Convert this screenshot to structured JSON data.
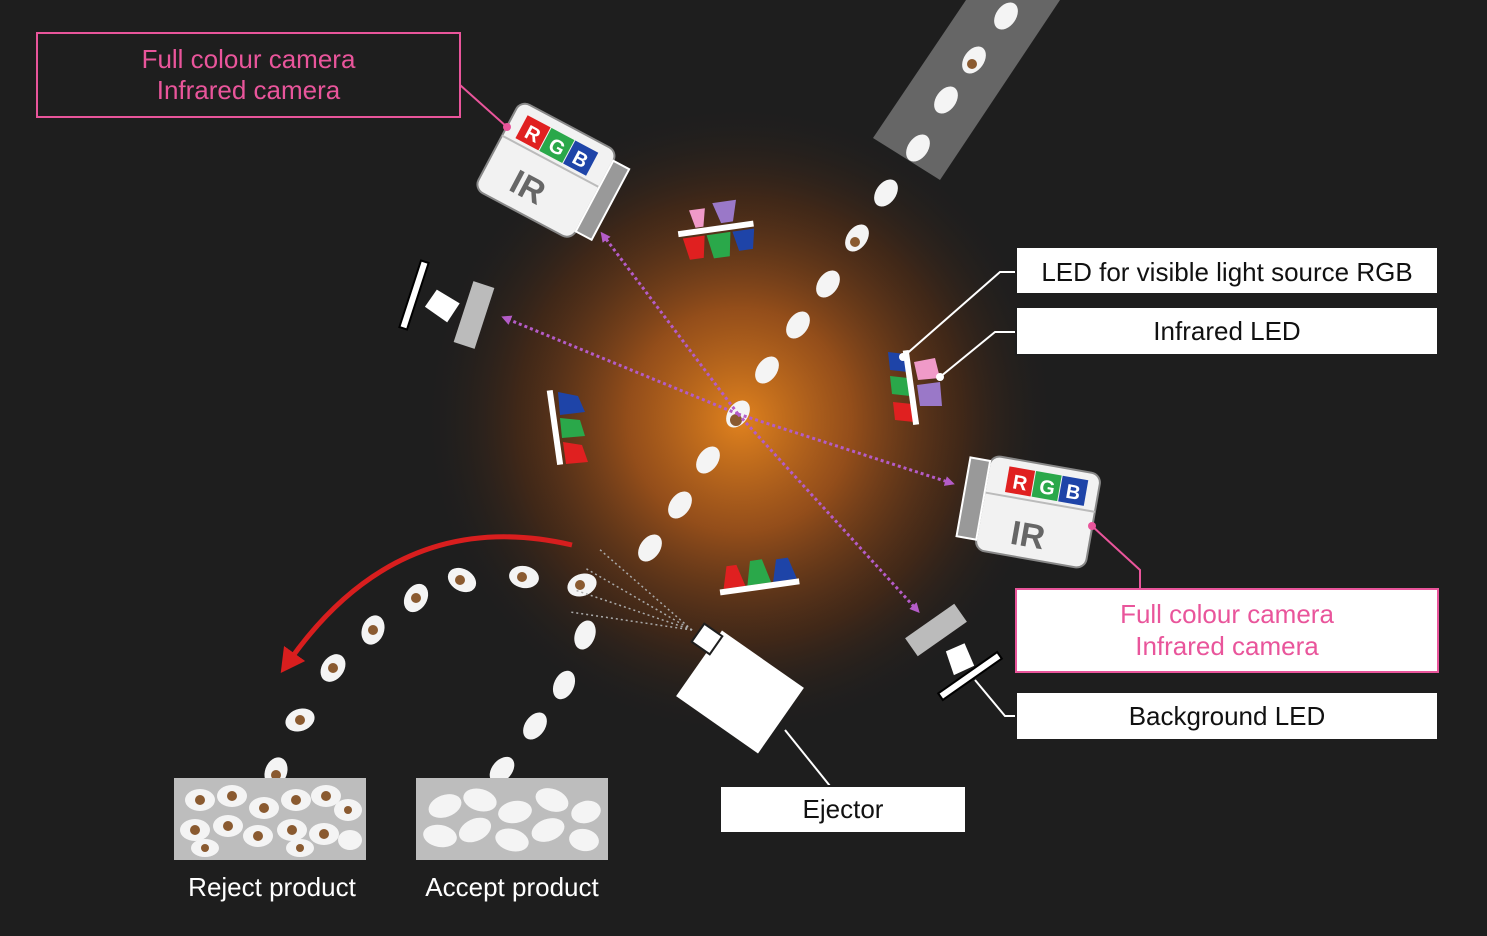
{
  "labels": {
    "camera_top_line1": "Full colour camera",
    "camera_top_line2": "Infrared camera",
    "camera_bottom_line1": "Full colour camera",
    "camera_bottom_line2": "Infrared camera",
    "led_rgb": "LED for visible light source RGB",
    "led_ir": "Infrared LED",
    "background_led": "Background LED",
    "ejector": "Ejector",
    "reject_product": "Reject product",
    "accept_product": "Accept product"
  },
  "camera": {
    "letters": [
      "R",
      "G",
      "B"
    ],
    "ir": "IR"
  },
  "colors": {
    "background": "#1e1e1e",
    "pink": "#e9559b",
    "arrow_purple": "#b45cc8",
    "reject_arrow": "#d81e1e",
    "glow": "#e0821e",
    "red": "#e02020",
    "green": "#2aa84a",
    "blue": "#1e44a8",
    "pink_led": "#f09ac8",
    "purple_led": "#9a78c8"
  }
}
